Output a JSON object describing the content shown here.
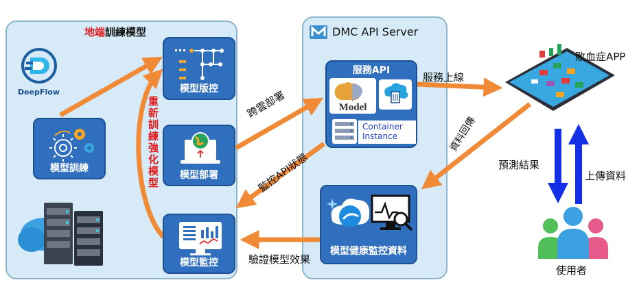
{
  "left_panel": {
    "title_red": "地端",
    "title_rest": "訓練模型"
  },
  "deepflow": {
    "name": "DeepFlow"
  },
  "cards": {
    "training": "模型訓練",
    "version": "模型版控",
    "deploy": "模型部署",
    "monitor": "模型監控"
  },
  "retrain_text": "重新訓練強化模型",
  "dmc": {
    "title": "DMC API Server",
    "service_title": "服務API",
    "model_text": "Model",
    "container_text": "Container\nInstance",
    "health_label": "模型健康監控資料"
  },
  "arrows": {
    "cross_cloud": "跨雲部署",
    "monitor_api": "監控API狀態",
    "service_online": "服務上線",
    "data_return": "資料回傳",
    "verify": "驗證模型效果",
    "predict": "預測結果",
    "upload": "上傳資料"
  },
  "app": {
    "label": "敗血症APP"
  },
  "user": {
    "label": "使用者"
  },
  "colors": {
    "arrow": "#f08a36",
    "blue_arrow": "#1430e6",
    "card": "#2f6fbd",
    "panel": "#d6ebf7"
  }
}
